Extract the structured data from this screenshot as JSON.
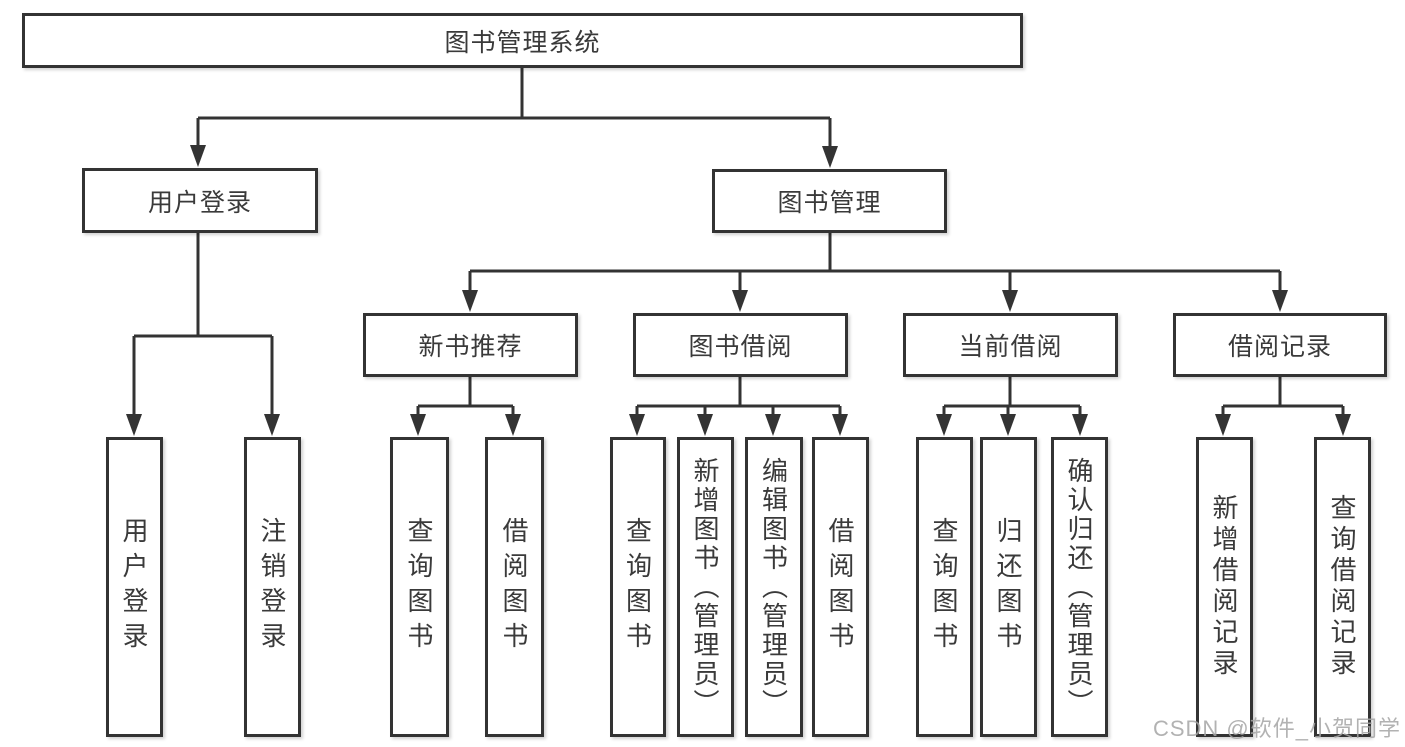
{
  "tree": {
    "root": {
      "label": "图书管理系统"
    },
    "branches": [
      {
        "label": "用户登录",
        "children": [
          {
            "label": "用户登录"
          },
          {
            "label": "注销登录"
          }
        ]
      },
      {
        "label": "图书管理",
        "children": [
          {
            "label": "新书推荐",
            "children": [
              {
                "label": "查询图书"
              },
              {
                "label": "借阅图书"
              }
            ]
          },
          {
            "label": "图书借阅",
            "children": [
              {
                "label": "查询图书"
              },
              {
                "label": "新增图书（管理员）"
              },
              {
                "label": "编辑图书（管理员）"
              },
              {
                "label": "借阅图书"
              }
            ]
          },
          {
            "label": "当前借阅",
            "children": [
              {
                "label": "查询图书"
              },
              {
                "label": "归还图书"
              },
              {
                "label": "确认归还（管理员）"
              }
            ]
          },
          {
            "label": "借阅记录",
            "children": [
              {
                "label": "新增借阅记录"
              },
              {
                "label": "查询借阅记录"
              }
            ]
          }
        ]
      }
    ]
  },
  "watermark": "CSDN @软件_小贺同学",
  "colors": {
    "line": "#333333",
    "text": "#3a3a3a",
    "watermark": "#a5a5a5",
    "background": "#ffffff"
  }
}
